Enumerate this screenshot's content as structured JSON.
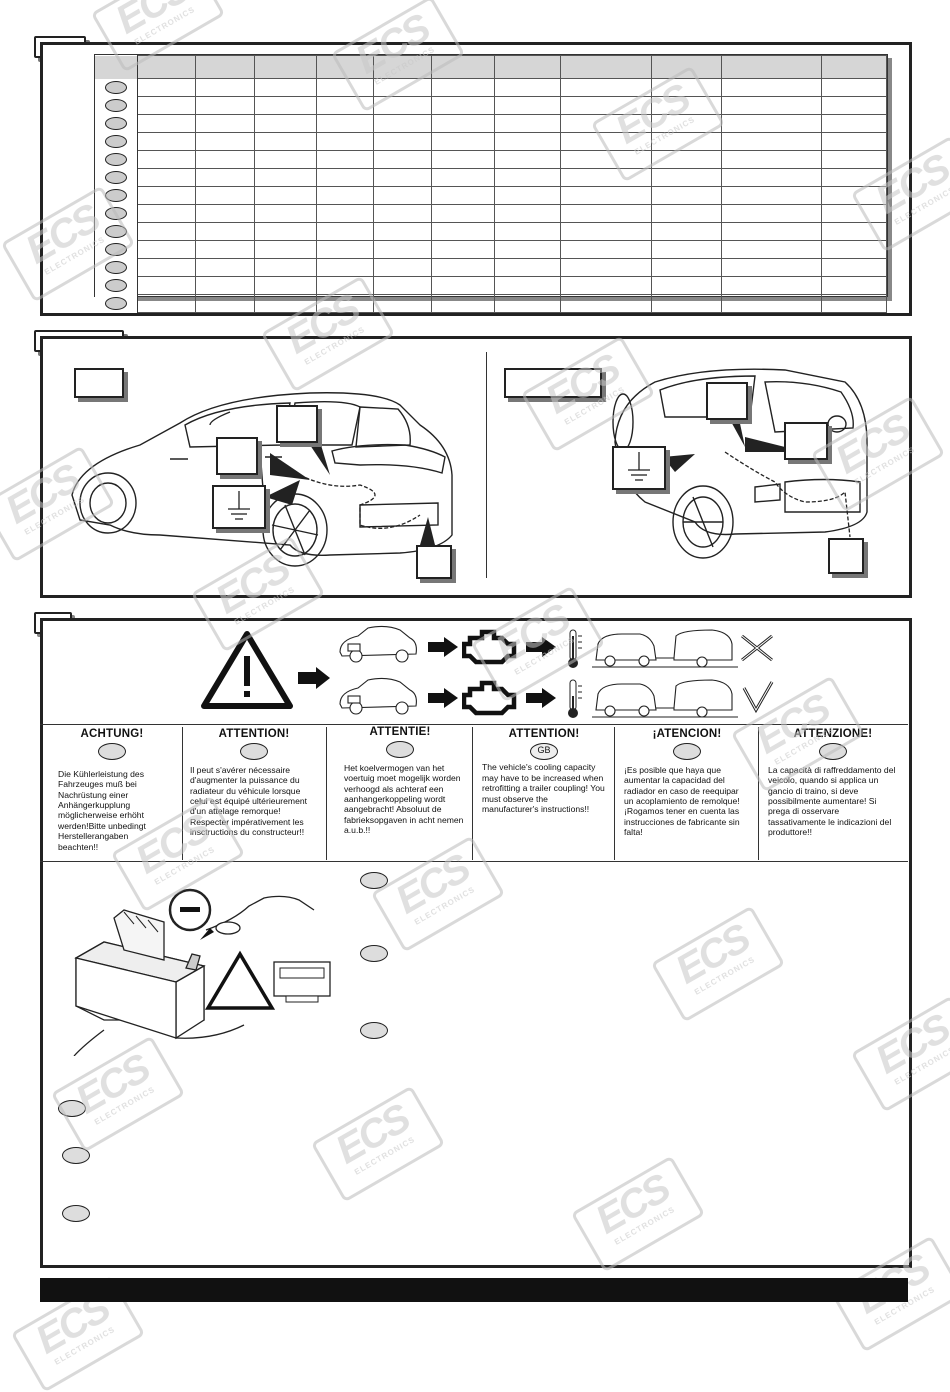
{
  "warnings": [
    {
      "title": "ACHTUNG!",
      "badge": "",
      "text": "Die Kühlerleistung des Fahrzeuges muß bei Nachrüstung einer Anhängerkupplung möglicherweise erhöht werden!Bitte unbedingt Herstellerangaben beachten!!"
    },
    {
      "title": "ATTENTION!",
      "badge": "",
      "text": "Il peut s'avérer nécessaire d'augmenter la puissance du radiateur du véhicule lorsque celui est équipé ultérieurement d'un attelage remorque! Respecter impérativement les insctructions du constructeur!!"
    },
    {
      "title": "ATTENTIE!",
      "badge": "",
      "text": "Het koelvermogen van het voertuig moet mogelijk worden verhoogd als achteraf een aanhangerkoppeling wordt aangebracht! Absoluut de fabrieksopgaven in acht nemen a.u.b.!!"
    },
    {
      "title": "ATTENTION!",
      "badge": "GB",
      "text": "The vehicle's cooling capacity may have to be increased when retrofitting a trailer coupling! You must observe the manufacturer's instructions!!"
    },
    {
      "title": "¡ATENCION!",
      "badge": "",
      "text": "¡Es posible que haya que aumentar la capacidad del radiador en caso de reequipar un acoplamiento de remolque! ¡Rogamos tener en cuenta las instrucciones de fabricante sin falta!"
    },
    {
      "title": "ATTENZIONE!",
      "badge": "",
      "text": "La capacità di raffreddamento del veicolo, quando si applica un gancio di traino, si deve possibilmente aumentare! Si prega di osservare tassativamente le indicazioni del produttore!!"
    }
  ],
  "watermark": {
    "brand": "ECS",
    "sub": "ELECTRONICS"
  },
  "icons": {
    "minus": "minus-icon",
    "ground": "ground-symbol-icon",
    "warning": "warning-triangle-icon",
    "forbidden": "x-mark-icon",
    "allowed": "check-mark-icon"
  }
}
